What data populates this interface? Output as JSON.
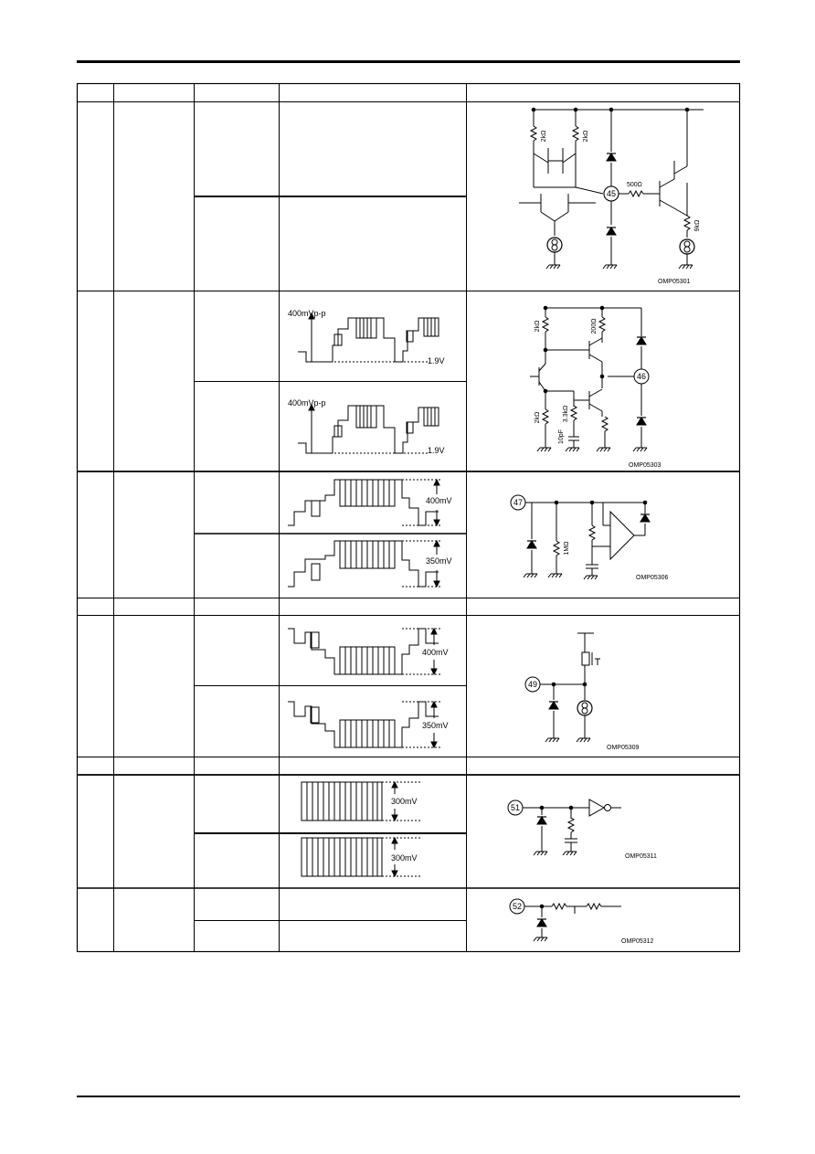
{
  "figures": {
    "pin45": {
      "node": "45",
      "r1": "2kΩ",
      "r2": "2kΩ",
      "r3": "500Ω",
      "r4": "9kΩ",
      "ref": "OMP05301"
    },
    "pin46": {
      "node": "46",
      "r1": "2kΩ",
      "r2": "200Ω",
      "r3": "2kΩ",
      "r4": "3.3kΩ",
      "c1": "10pF",
      "ref": "OMP05303"
    },
    "pin47": {
      "node": "47",
      "r1": "1MΩ",
      "ref": "OMP05306"
    },
    "pin49": {
      "node": "49",
      "ref": "OMP05309"
    },
    "pin51": {
      "node": "51",
      "ref": "OMP05311"
    },
    "pin52": {
      "node": "52",
      "ref": "OMP05312"
    }
  },
  "waveforms": {
    "w46a": {
      "amp": "400mVp-p",
      "dc": "1.9V"
    },
    "w46b": {
      "amp": "400mVp-p",
      "dc": "1.9V"
    },
    "w47a": {
      "amp": "400mV"
    },
    "w47b": {
      "amp": "350mV"
    },
    "w49a": {
      "amp": "400mV"
    },
    "w49b": {
      "amp": "350mV"
    },
    "w51a": {
      "amp": "300mV"
    },
    "w51b": {
      "amp": "300mV"
    }
  }
}
